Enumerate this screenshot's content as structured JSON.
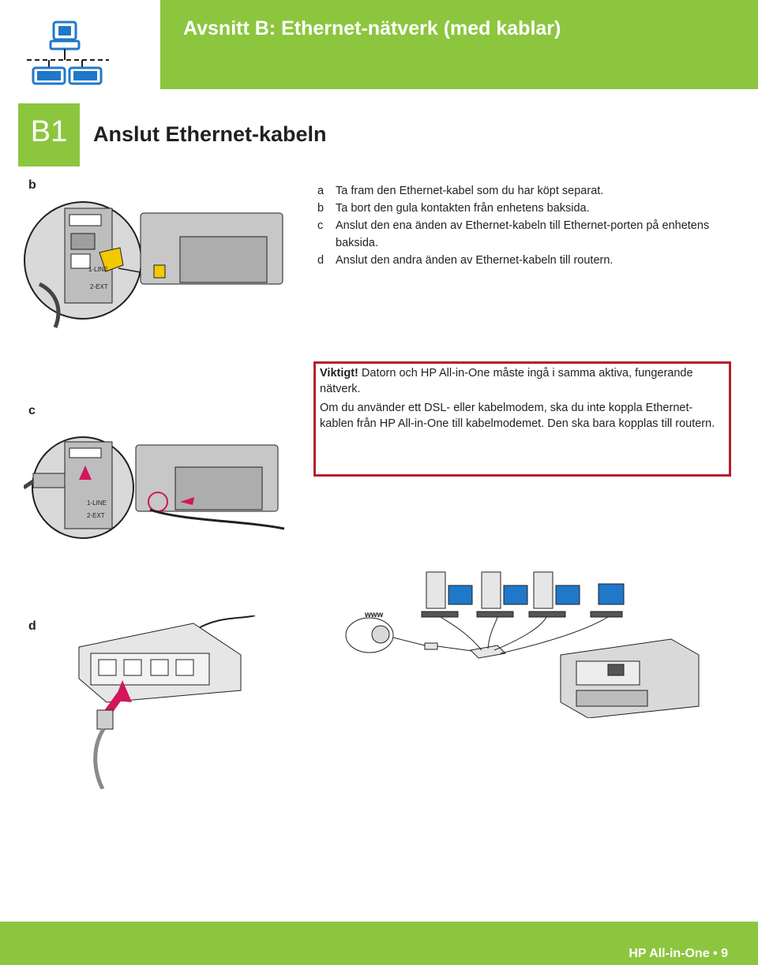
{
  "header": {
    "title": "Avsnitt B: Ethernet-nätverk (med kablar)"
  },
  "step": {
    "number": "B1",
    "title": "Anslut Ethernet-kabeln"
  },
  "labels": {
    "b": "b",
    "c": "c",
    "d": "d"
  },
  "instructions": [
    {
      "letter": "a",
      "text": "Ta fram den Ethernet-kabel som du har köpt separat."
    },
    {
      "letter": "b",
      "text": "Ta bort den gula kontakten från enhetens baksida."
    },
    {
      "letter": "c",
      "text": "Anslut den ena änden av Ethernet-kabeln till Ethernet-porten på enhetens baksida."
    },
    {
      "letter": "d",
      "text": "Anslut den andra änden av Ethernet-kabeln till routern."
    }
  ],
  "important": {
    "label": "Viktigt!",
    "text1": "Datorn och HP All-in-One måste ingå i samma aktiva, fungerande nätverk.",
    "text2": "Om du använder ett DSL- eller kabelmodem, ska du inte koppla Ethernet-kablen från HP All-in-One till kabelmodemet. Den ska bara kopplas till routern."
  },
  "illustration": {
    "port_label_1": "1-LINE",
    "port_label_2": "2-EXT",
    "www_label": "www"
  },
  "footer": {
    "text": "HP All-in-One • 9"
  },
  "colors": {
    "accent_green": "#8cc63f",
    "warning_red": "#b5202e",
    "icon_blue": "#1f78c8",
    "arrow_pink": "#d1165c"
  }
}
